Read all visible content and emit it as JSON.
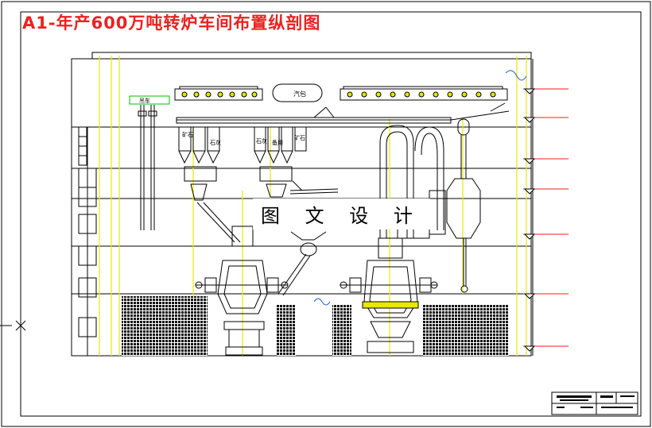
{
  "drawing": {
    "title": "A1-年产600万吨转炉车间布置纵剖图",
    "watermark": "图 文 设 计",
    "labels": {
      "steam_drum": "汽包",
      "ore_bin": "矿石",
      "lime_bin": "石灰",
      "ore_bin_2": "矿石",
      "lime_bin_2": "石灰",
      "spare_bin": "备用",
      "crane_box": "吊车"
    }
  },
  "colors": {
    "ink": "#000000",
    "title": "#ee2020",
    "elevation": "#ff1a1a",
    "centerline": "#e8e800",
    "structure": "#d0d000",
    "highlight": "#00c000",
    "accent_blue": "#2255ff",
    "equipment": "#000000"
  },
  "icons": [
    "cross-marker-icon"
  ]
}
